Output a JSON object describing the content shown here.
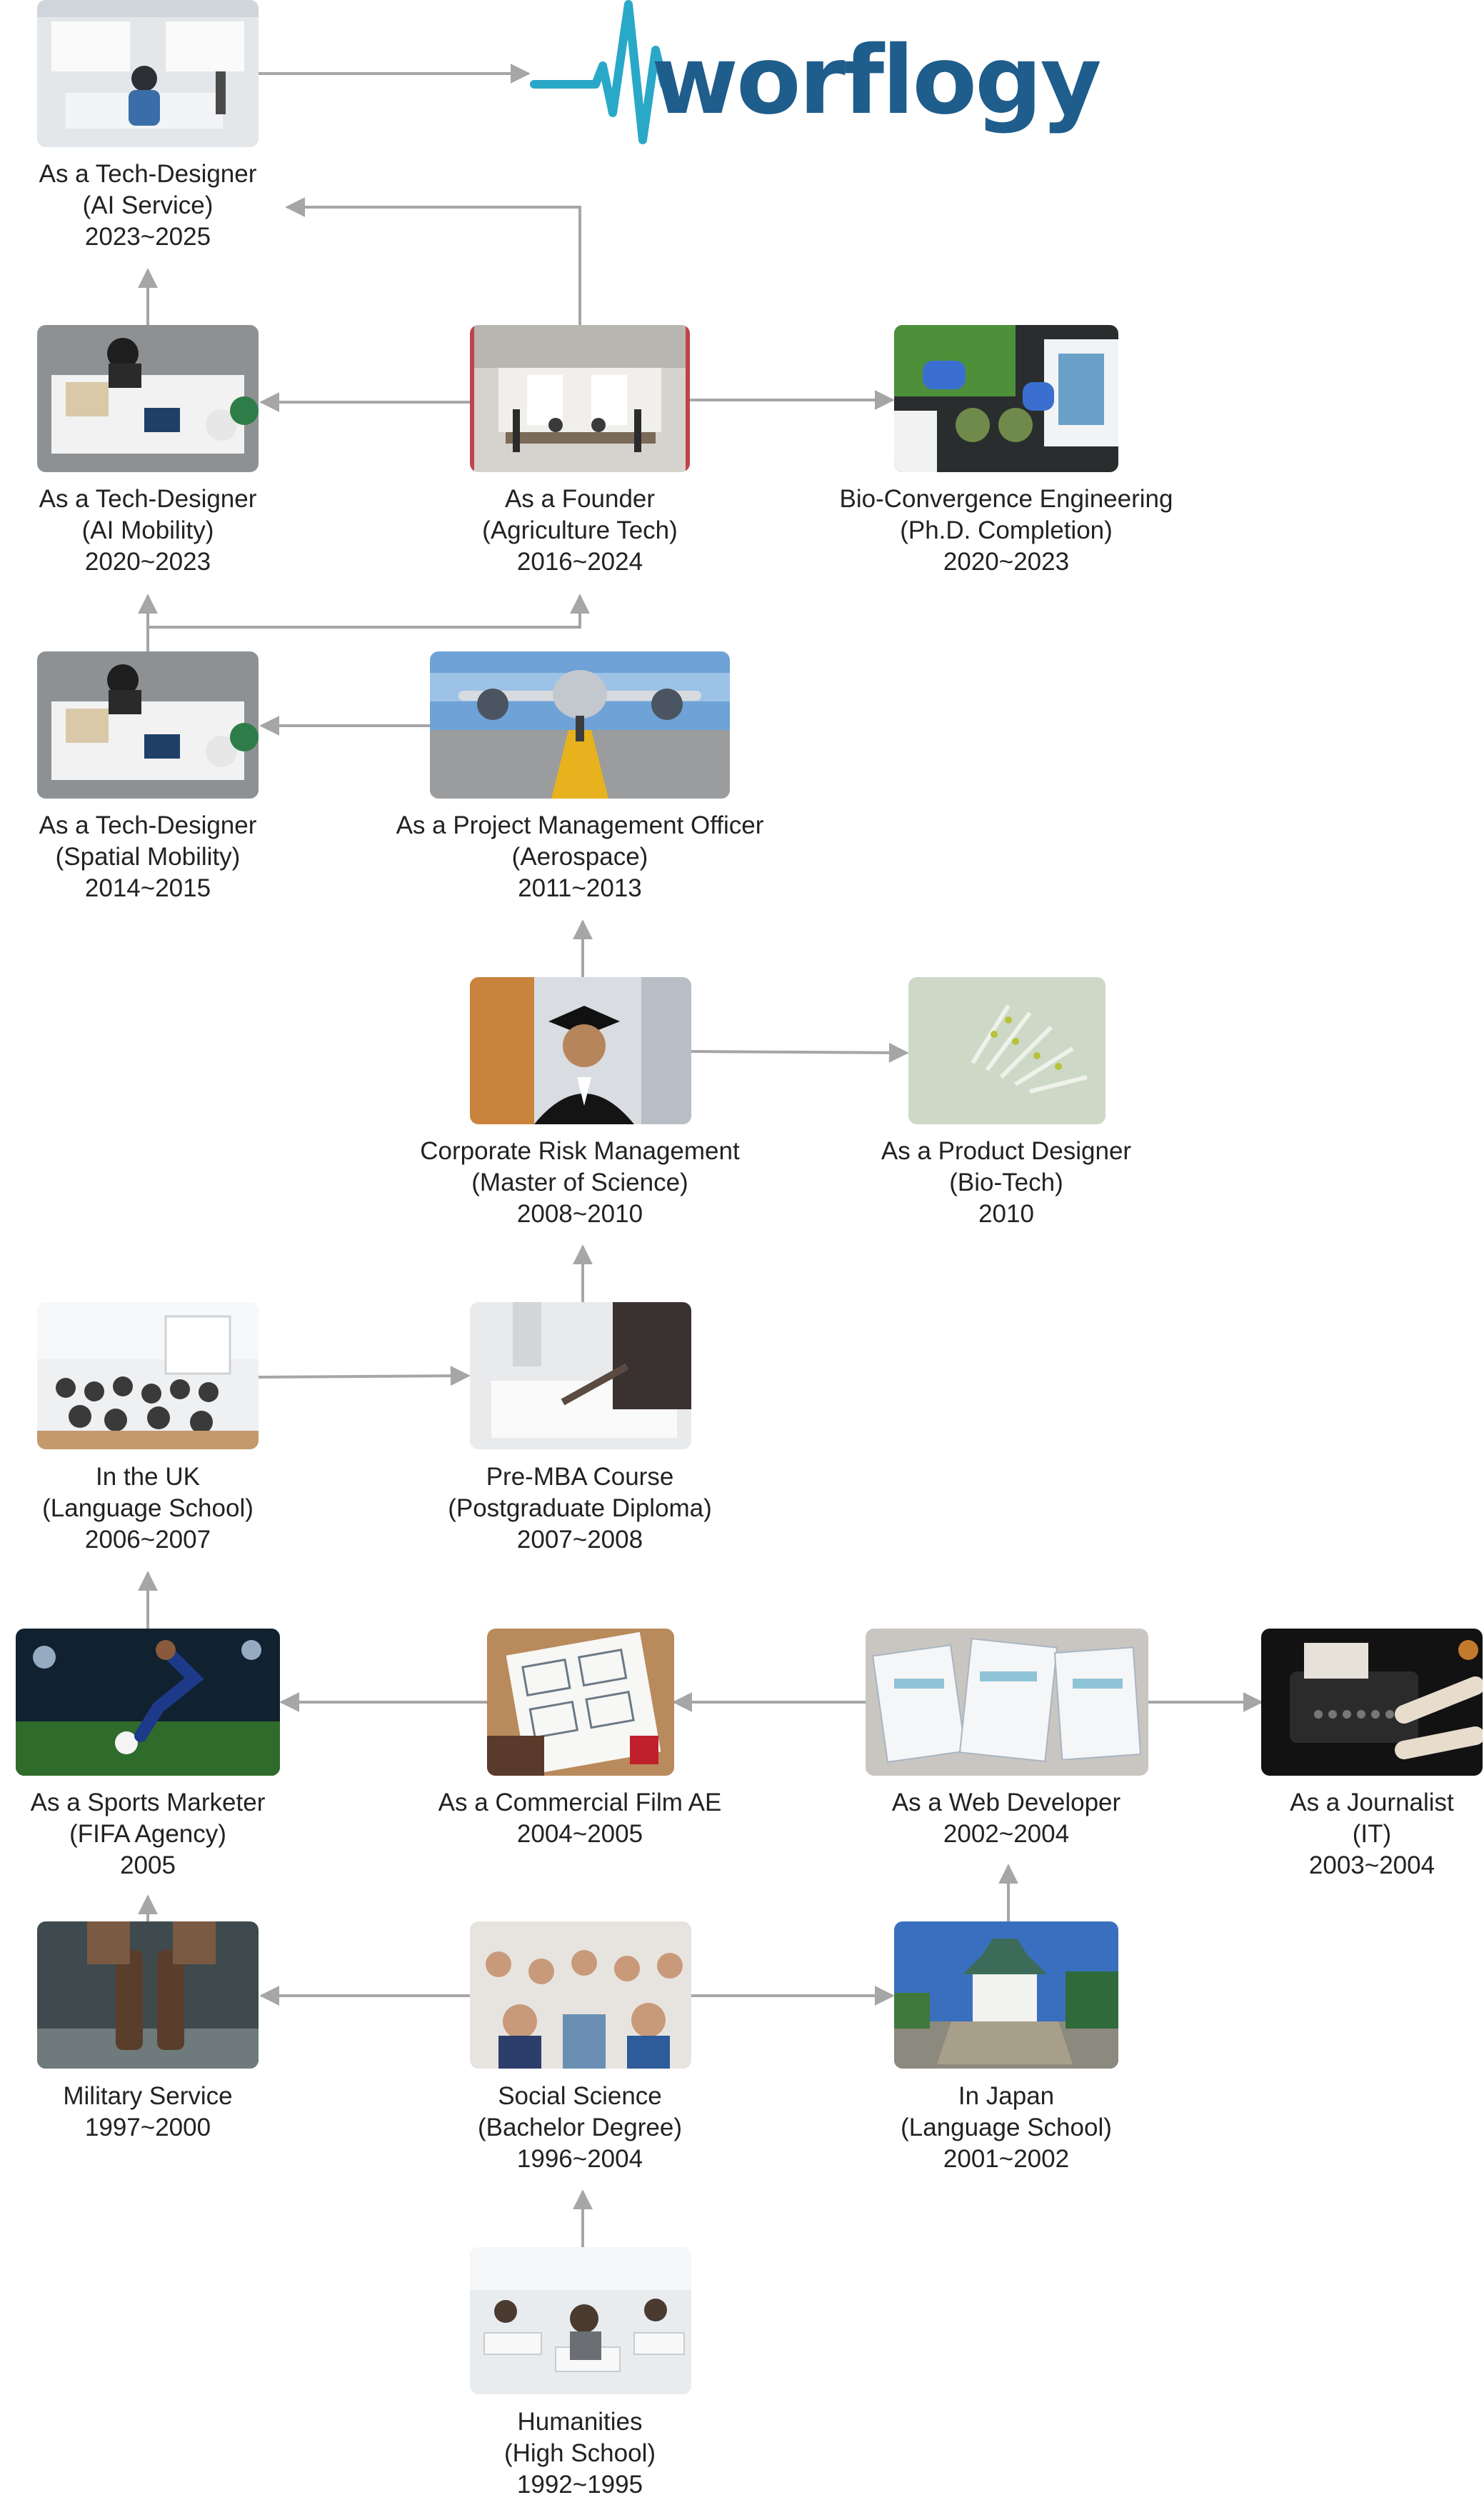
{
  "logo": {
    "text": "worflogy",
    "icon": "heartbeat-pulse-icon",
    "wave_color": "#2aa8c8",
    "text_color": "#1e5d8c"
  },
  "colors": {
    "arrow": "#a6a6a6",
    "caption": "#222222"
  },
  "nodes": {
    "tech_ai_service": {
      "icon": "designer-at-desk-photo",
      "lines": [
        "As a Tech-Designer",
        "(AI Service)",
        "2023~2025"
      ]
    },
    "tech_ai_mobility": {
      "icon": "team-at-table-photo",
      "lines": [
        "As a Tech-Designer",
        "(AI Mobility)",
        "2020~2023"
      ]
    },
    "founder": {
      "icon": "open-office-photo",
      "lines": [
        "As a Founder",
        "(Agriculture Tech)",
        "2016~2024"
      ]
    },
    "bio_convergence": {
      "icon": "lab-plants-photo",
      "lines": [
        "Bio-Convergence Engineering",
        "(Ph.D. Completion)",
        "2020~2023"
      ]
    },
    "tech_spatial": {
      "icon": "team-at-table-photo",
      "lines": [
        "As a Tech-Designer",
        "(Spatial Mobility)",
        "2014~2015"
      ]
    },
    "pmo": {
      "icon": "airplane-photo",
      "lines": [
        "As a Project Management Officer",
        "(Aerospace)",
        "2011~2013"
      ]
    },
    "risk_mgmt": {
      "icon": "graduate-photo",
      "lines": [
        "Corporate Risk Management",
        "(Master of Science)",
        "2008~2010"
      ]
    },
    "product_designer": {
      "icon": "microorganism-photo",
      "lines": [
        "As a Product Designer",
        "(Bio-Tech)",
        "2010"
      ]
    },
    "uk": {
      "icon": "classroom-photo",
      "lines": [
        "In the UK",
        "(Language School)",
        "2006~2007"
      ]
    },
    "pre_mba": {
      "icon": "writing-photo",
      "lines": [
        "Pre-MBA Course",
        "(Postgraduate Diploma)",
        "2007~2008"
      ]
    },
    "sports": {
      "icon": "soccer-player-photo",
      "lines": [
        "As a Sports Marketer",
        "(FIFA Agency)",
        "2005"
      ]
    },
    "film_ae": {
      "icon": "storyboard-photo",
      "lines": [
        "As a Commercial Film AE",
        "2004~2005"
      ]
    },
    "web_dev": {
      "icon": "wireframes-photo",
      "lines": [
        "As a Web Developer",
        "2002~2004"
      ]
    },
    "journalist": {
      "icon": "typewriter-photo",
      "lines": [
        "As a Journalist",
        "(IT)",
        "2003~2004"
      ]
    },
    "military": {
      "icon": "boots-photo",
      "lines": [
        "Military Service",
        "1997~2000"
      ]
    },
    "social_science": {
      "icon": "students-photo",
      "lines": [
        "Social Science",
        "(Bachelor Degree)",
        "1996~2004"
      ]
    },
    "japan": {
      "icon": "japanese-castle-photo",
      "lines": [
        "In Japan",
        "(Language School)",
        "2001~2002"
      ]
    },
    "humanities": {
      "icon": "exam-hall-photo",
      "lines": [
        "Humanities",
        "(High School)",
        "1992~1995"
      ]
    }
  }
}
